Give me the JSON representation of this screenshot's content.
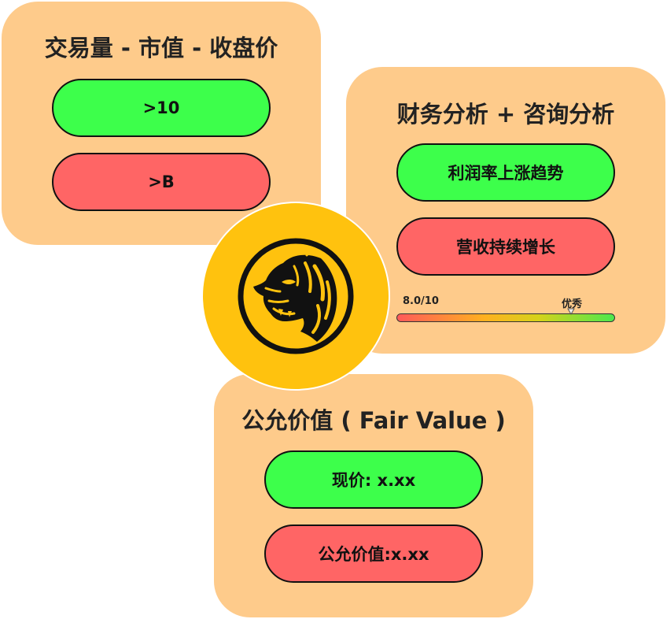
{
  "volume_card": {
    "title": "交易量 - 市值 - 收盘价",
    "positive": ">10",
    "negative": ">B"
  },
  "finance_card": {
    "title": "财务分析 + 咨询分析",
    "positive": "利润率上涨趋势",
    "negative": "营收持续增长",
    "score": {
      "value_text": "8.0/10",
      "value": 8.0,
      "max": 10,
      "rating": "优秀"
    }
  },
  "fair_value_card": {
    "title": "公允价值 ( Fair Value )",
    "positive": "现价: x.xx",
    "negative": "公允价值:x.xx"
  },
  "logo": {
    "icon": "tiger-head-icon"
  },
  "colors": {
    "card_bg": "#FECB8B",
    "positive": "#3DFF4B",
    "negative": "#FF6565",
    "logo_bg": "#FFC20E",
    "logo_ink": "#111111"
  }
}
